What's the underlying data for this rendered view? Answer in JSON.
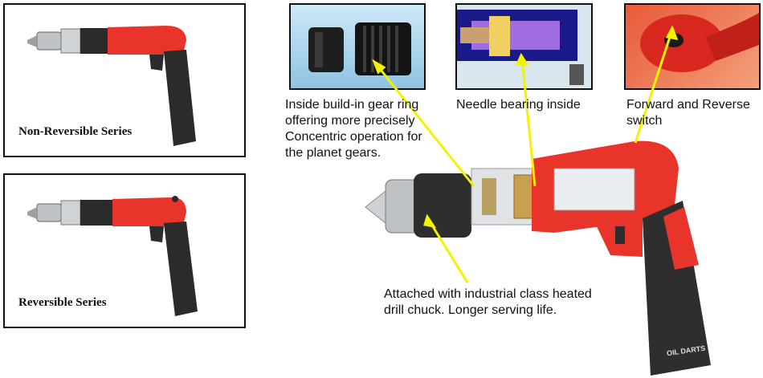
{
  "panels": {
    "non_reversible": {
      "caption": "Non-Reversible Series"
    },
    "reversible": {
      "caption": "Reversible Series"
    }
  },
  "callouts": {
    "gear_ring": [
      "Inside build-in gear ring",
      "offering more precisely",
      "Concentric operation for",
      "the planet gears."
    ],
    "needle_bearing": [
      "Needle bearing inside"
    ],
    "switch": [
      "Forward and Reverse",
      "switch"
    ],
    "chuck": [
      "Attached with industrial class heated",
      "drill chuck. Longer serving life."
    ]
  },
  "logo_text": "OIL DARTS",
  "colors": {
    "tool_red": "#e8342a",
    "grip_dark": "#2b2b2b",
    "arrow_yellow": "#f4f200",
    "photo_blue": "#a9d5ee"
  }
}
